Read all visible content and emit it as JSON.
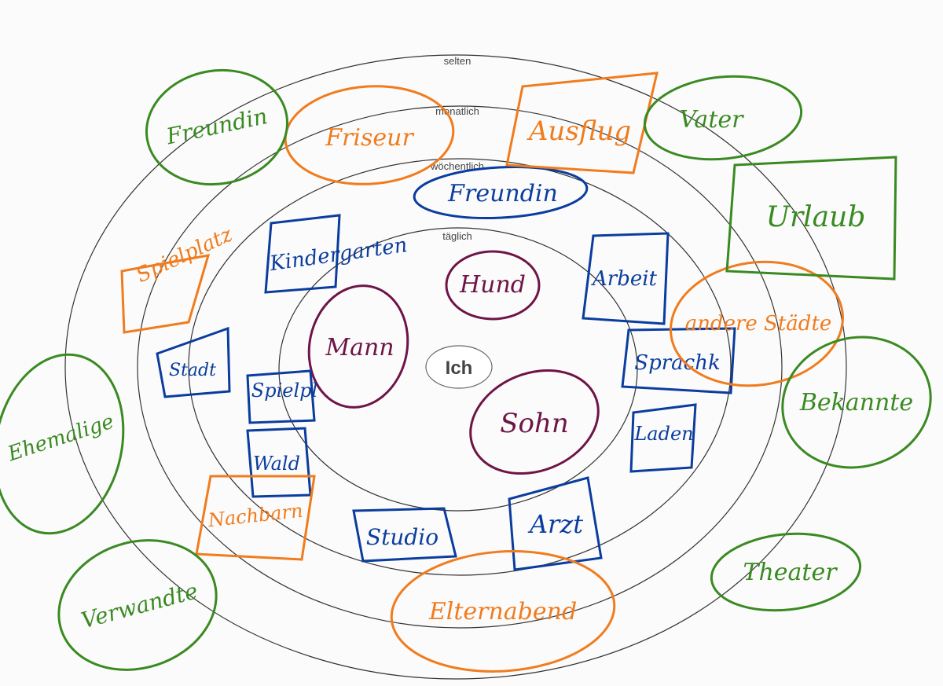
{
  "diagram": {
    "center": {
      "label": "Ich"
    },
    "rings": [
      {
        "label": "täglich"
      },
      {
        "label": "wöchentlich"
      },
      {
        "label": "monatlich"
      },
      {
        "label": "selten"
      }
    ],
    "colors": {
      "purple": "#6e1446",
      "blue": "#0b3d9e",
      "orange": "#f07c1e",
      "green": "#3a8a22",
      "ring_stroke": "#333333",
      "background": "#fbfbfb"
    },
    "notes": [
      {
        "text": "Hund",
        "color": "purple",
        "frame": "ellipse"
      },
      {
        "text": "Mann",
        "color": "purple",
        "frame": "ellipse"
      },
      {
        "text": "Sohn",
        "color": "purple",
        "frame": "ellipse"
      },
      {
        "text": "Kindergarten",
        "color": "blue",
        "frame": "box"
      },
      {
        "text": "Freundin",
        "color": "blue",
        "frame": "ellipse"
      },
      {
        "text": "Arbeit",
        "color": "blue",
        "frame": "box"
      },
      {
        "text": "Sprachk",
        "color": "blue",
        "frame": "box"
      },
      {
        "text": "Laden",
        "color": "blue",
        "frame": "box"
      },
      {
        "text": "Arzt",
        "color": "blue",
        "frame": "box"
      },
      {
        "text": "Studio",
        "color": "blue",
        "frame": "box"
      },
      {
        "text": "Wald",
        "color": "blue",
        "frame": "box"
      },
      {
        "text": "Spielpl",
        "color": "blue",
        "frame": "box"
      },
      {
        "text": "Stadt",
        "color": "blue",
        "frame": "box"
      },
      {
        "text": "Friseur",
        "color": "orange",
        "frame": "ellipse"
      },
      {
        "text": "Ausflug",
        "color": "orange",
        "frame": "box"
      },
      {
        "text": "Spielplatz",
        "color": "orange",
        "frame": "box"
      },
      {
        "text": "andere Städte",
        "color": "orange",
        "frame": "ellipse"
      },
      {
        "text": "Elternabend",
        "color": "orange",
        "frame": "ellipse"
      },
      {
        "text": "Nachbarn",
        "color": "orange",
        "frame": "box"
      },
      {
        "text": "Freundin",
        "color": "green",
        "frame": "ellipse"
      },
      {
        "text": "Vater",
        "color": "green",
        "frame": "ellipse"
      },
      {
        "text": "Urlaub",
        "color": "green",
        "frame": "box"
      },
      {
        "text": "Bekannte",
        "color": "green",
        "frame": "ellipse"
      },
      {
        "text": "Theater",
        "color": "green",
        "frame": "ellipse"
      },
      {
        "text": "Verwandte",
        "color": "green",
        "frame": "ellipse"
      },
      {
        "text": "Ehemalige",
        "color": "green",
        "frame": "ellipse"
      }
    ]
  }
}
